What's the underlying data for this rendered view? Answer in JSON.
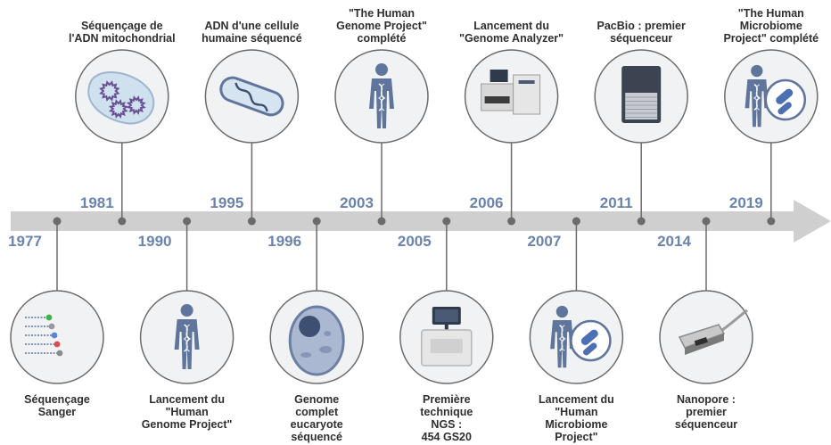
{
  "colors": {
    "arrow": "#cfcfcf",
    "connector": "#6b6b6b",
    "year_text": "#6a84ad",
    "caption_text": "#2f2f2f",
    "figure": "#5f759c",
    "circle_bg": "#f1f2f3"
  },
  "events": [
    {
      "year": "1977",
      "caption": "Séquençage\nSanger",
      "icon": "sanger-sequencing-icon"
    },
    {
      "year": "1981",
      "caption": "Séquençage de\nl'ADN mitochondrial",
      "icon": "mitochondria-icon"
    },
    {
      "year": "1990",
      "caption": "Lancement du\n\"Human\nGenome Project\"",
      "icon": "human-dna-figure-icon"
    },
    {
      "year": "1995",
      "caption": "ADN d'une cellule\nhumaine séquencé",
      "icon": "bacterium-icon"
    },
    {
      "year": "1996",
      "caption": "Genome\ncomplet\neucaryote\nséquencé",
      "icon": "eukaryotic-cell-icon"
    },
    {
      "year": "2003",
      "caption": "\"The Human\nGenome Project\"\ncomplété",
      "icon": "human-dna-figure-icon"
    },
    {
      "year": "2005",
      "caption": "Première\ntechnique\nNGS :\n454 GS20",
      "icon": "ngs-machine-icon"
    },
    {
      "year": "2006",
      "caption": "Lancement du\n\"Genome Analyzer\"",
      "icon": "genome-analyzer-icon"
    },
    {
      "year": "2007",
      "caption": "Lancement du\n\"Human\nMicrobiome\nProject\"",
      "icon": "human-microbiome-icon"
    },
    {
      "year": "2011",
      "caption": "PacBio : premier\nséquenceur",
      "icon": "pacbio-sequencer-icon"
    },
    {
      "year": "2014",
      "caption": "Nanopore :\npremier\nséquenceur",
      "icon": "nanopore-device-icon"
    },
    {
      "year": "2019",
      "caption": "\"The Human\nMicrobiome\nProject\" complété",
      "icon": "human-microbiome-icon"
    }
  ]
}
